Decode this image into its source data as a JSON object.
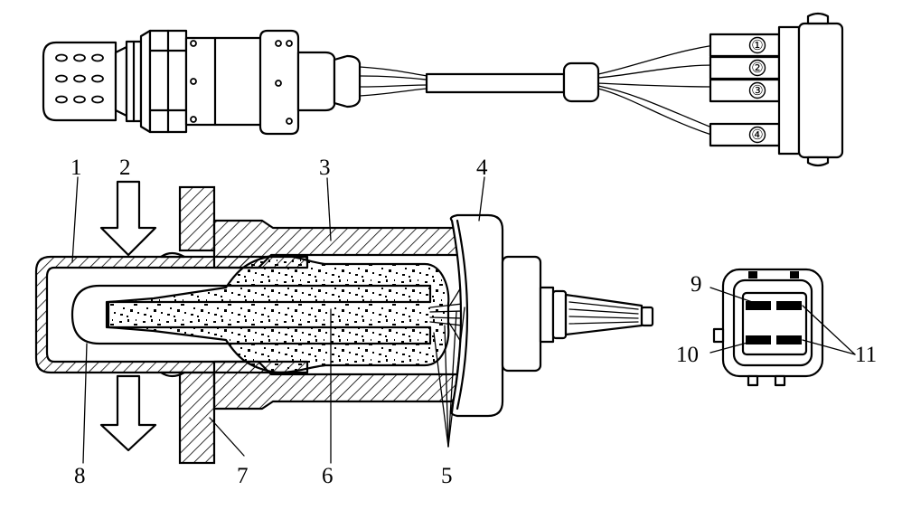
{
  "callouts": {
    "c1": "1",
    "c2": "2",
    "c3": "3",
    "c4": "4",
    "c5": "5",
    "c6": "6",
    "c7": "7",
    "c8": "8",
    "c9": "9",
    "c10": "10",
    "c11": "11"
  },
  "connector_pins": {
    "p1": "①",
    "p2": "②",
    "p3": "③",
    "p4": "④"
  },
  "colors": {
    "line": "#000000",
    "background": "#ffffff"
  }
}
